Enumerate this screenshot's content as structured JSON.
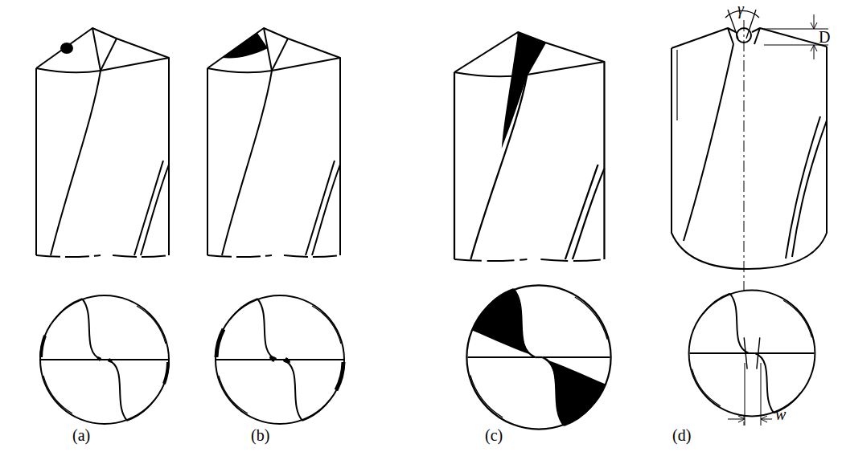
{
  "diagram": {
    "labels": [
      "(a)",
      "(b)",
      "(c)",
      "(d)",
      "γ",
      "D",
      "w"
    ]
  }
}
